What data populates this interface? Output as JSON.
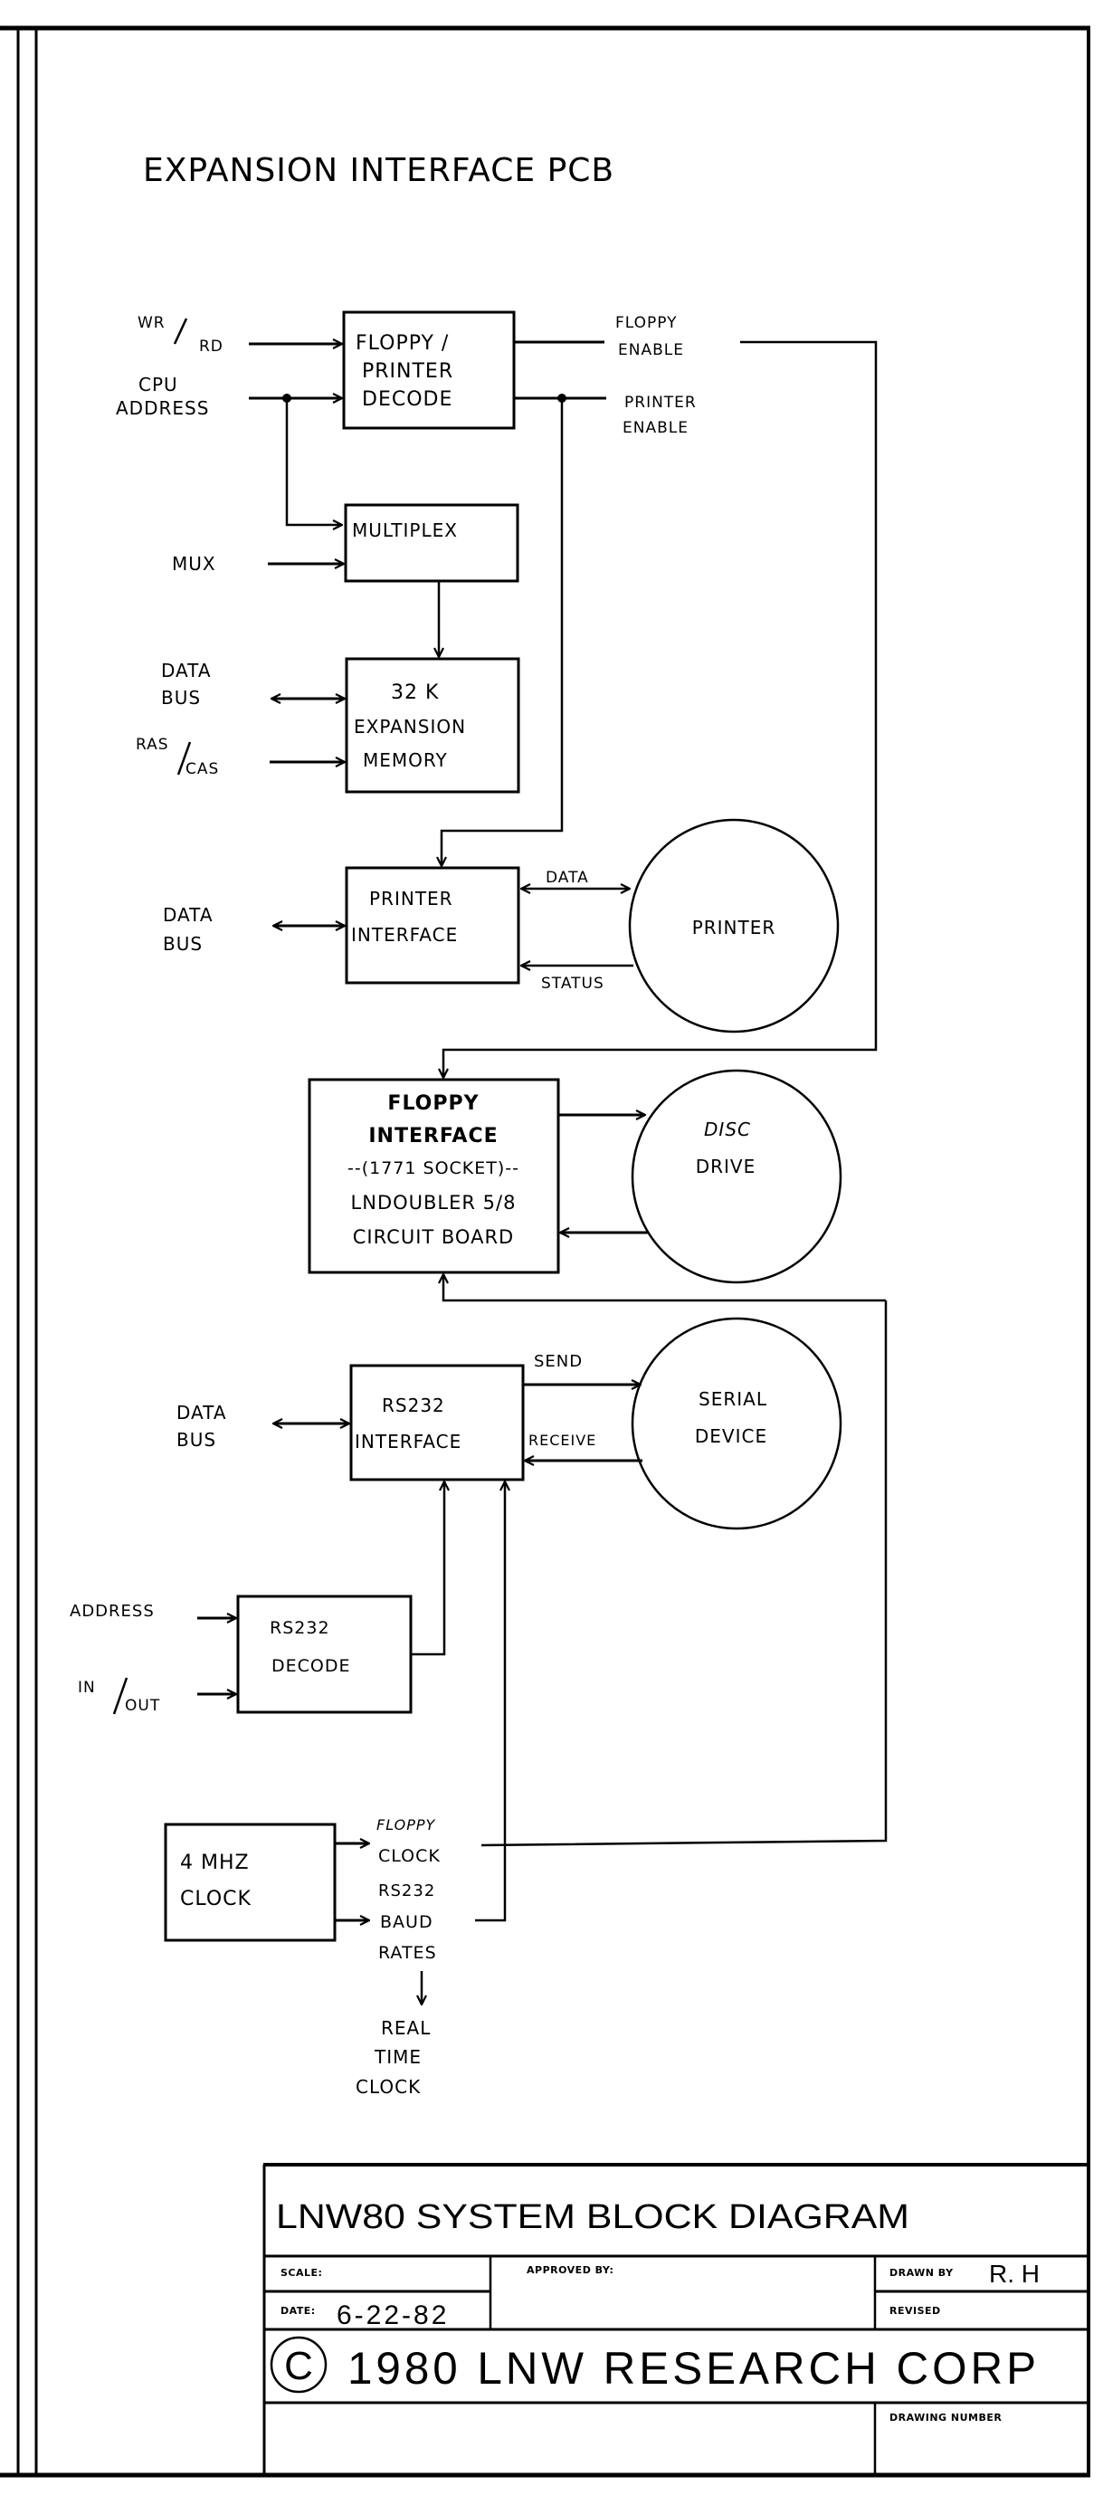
{
  "page_title": "EXPANSION INTERFACE PCB",
  "colors": {
    "ink": "#000000",
    "paper": "#ffffff"
  },
  "blocks": {
    "floppy_printer_decode": [
      "FLOPPY /",
      "PRINTER",
      "DECODE"
    ],
    "multiplex": [
      "MULTIPLEX"
    ],
    "expansion_memory": [
      "32 K",
      "EXPANSION",
      "MEMORY"
    ],
    "printer_interface": [
      "PRINTER",
      "INTERFACE"
    ],
    "floppy_interface": [
      "FLOPPY",
      "INTERFACE",
      "--(1771 SOCKET)--",
      "LNDOUBLER 5/8",
      "CIRCUIT BOARD"
    ],
    "rs232_interface": [
      "RS232",
      "INTERFACE"
    ],
    "rs232_decode": [
      "RS232",
      "DECODE"
    ],
    "clock_4mhz": [
      "4 MHZ",
      "CLOCK"
    ]
  },
  "devices": {
    "printer": [
      "PRINTER"
    ],
    "disc_drive": [
      "DISC",
      "DRIVE"
    ],
    "serial_device": [
      "SERIAL",
      "DEVICE"
    ]
  },
  "signals": {
    "wr_rd": {
      "top": "WR",
      "bottom": "RD"
    },
    "cpu_address": [
      "CPU",
      "ADDRESS"
    ],
    "floppy_enable": [
      "FLOPPY",
      "ENABLE"
    ],
    "printer_enable": [
      "PRINTER",
      "ENABLE"
    ],
    "mux": "MUX",
    "data_bus_memory": [
      "DATA",
      "BUS"
    ],
    "ras_cas": {
      "top": "RAS",
      "bottom": "CAS"
    },
    "data_bus_printer": [
      "DATA",
      "BUS"
    ],
    "printer_data": "DATA",
    "printer_status": "STATUS",
    "send": "SEND",
    "receive": "RECEIVE",
    "data_bus_rs232": [
      "DATA",
      "BUS"
    ],
    "address": "ADDRESS",
    "in_out": {
      "top": "IN",
      "bottom": "OUT"
    },
    "floppy_clock": [
      "FLOPPY",
      "CLOCK"
    ],
    "baud_rates": [
      "RS232",
      "BAUD",
      "RATES"
    ],
    "real_time_clock": [
      "REAL",
      "TIME",
      "CLOCK"
    ]
  },
  "title_block": {
    "title": "LNW80 SYSTEM BLOCK DIAGRAM",
    "scale_label": "SCALE:",
    "scale_value": "",
    "approved_label": "APPROVED BY:",
    "approved_value": "",
    "drawn_label": "DRAWN BY",
    "drawn_value": "R. H",
    "date_label": "DATE:",
    "date_value": "6-22-82",
    "revised_label": "REVISED",
    "revised_value": "",
    "copyright_symbol": "©",
    "copyright": "1980 LNW RESEARCH CORP",
    "drawing_number_label": "DRAWING NUMBER",
    "drawing_number_value": ""
  }
}
